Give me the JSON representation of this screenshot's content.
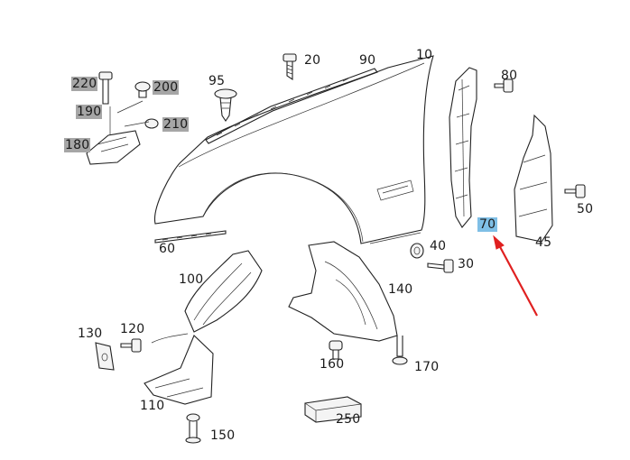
{
  "diagram": {
    "labels": {
      "p10": "10",
      "p20": "20",
      "p30": "30",
      "p40": "40",
      "p45": "45",
      "p50": "50",
      "p60": "60",
      "p70": "70",
      "p80": "80",
      "p90": "90",
      "p95": "95",
      "p100": "100",
      "p110": "110",
      "p120": "120",
      "p130": "130",
      "p140": "140",
      "p150": "150",
      "p160": "160",
      "p170": "170",
      "p180": "180",
      "p190": "190",
      "p200": "200",
      "p210": "210",
      "p220": "220",
      "p250": "250"
    },
    "colors": {
      "highlight": "#7fbfe6",
      "grey_tag": "#a6a6a6",
      "arrow": "#e02020",
      "line": "#222222"
    }
  }
}
